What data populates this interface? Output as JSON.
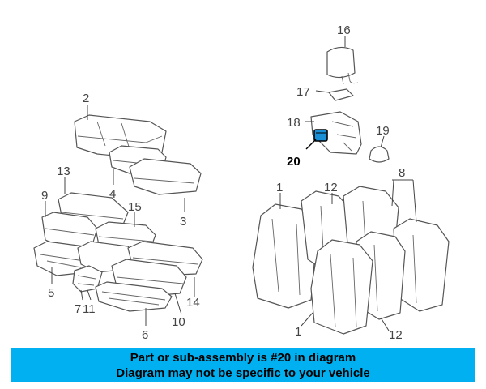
{
  "diagram": {
    "callouts": {
      "c1a": "1",
      "c1b": "1",
      "c2": "2",
      "c3": "3",
      "c4": "4",
      "c5": "5",
      "c6": "6",
      "c7": "7",
      "c8": "8",
      "c9": "9",
      "c10": "10",
      "c11": "11",
      "c12a": "12",
      "c12b": "12",
      "c13": "13",
      "c14": "14",
      "c15": "15",
      "c16": "16",
      "c17": "17",
      "c18": "18",
      "c19": "19",
      "c20": "20"
    },
    "highlight_color": "#1a8fd6",
    "highlighted_part": "20"
  },
  "banner": {
    "line1": "Part or sub-assembly is #20 in diagram",
    "line2": "Diagram may not be specific to your vehicle",
    "background": "#00b0f0"
  }
}
